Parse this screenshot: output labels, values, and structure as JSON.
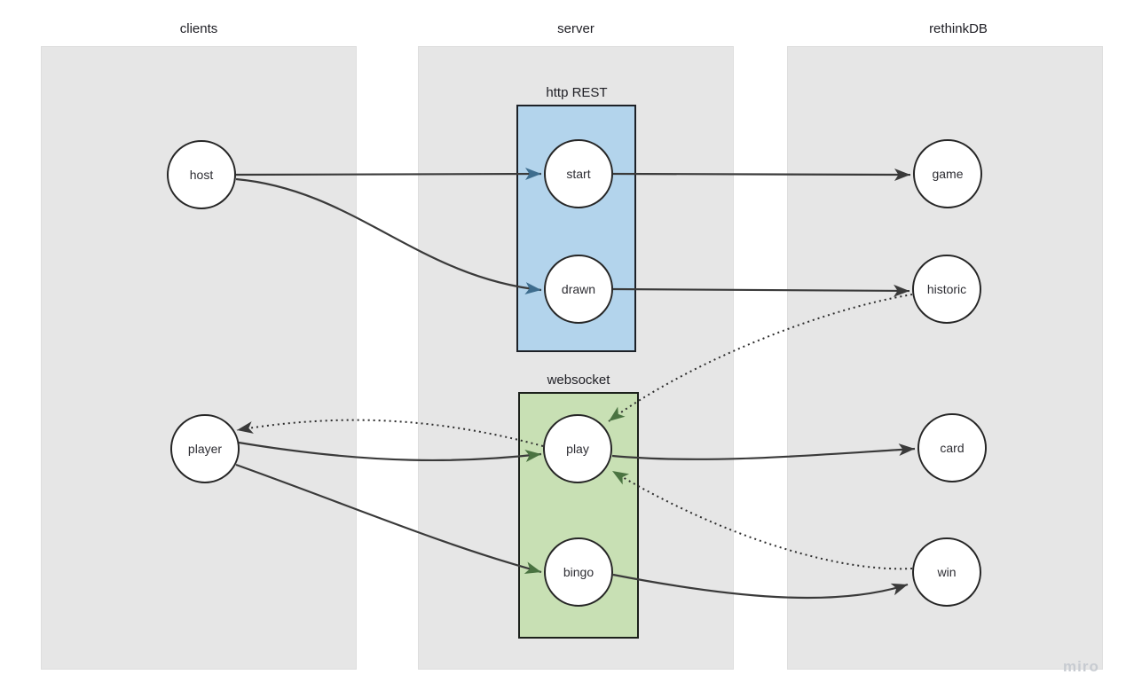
{
  "diagram": {
    "columns": [
      {
        "id": "clients",
        "label": "clients"
      },
      {
        "id": "server",
        "label": "server"
      },
      {
        "id": "rethinkdb",
        "label": "rethinkDB"
      }
    ],
    "groups": [
      {
        "id": "http-rest",
        "label": "http REST",
        "fill": "#b3d4ec"
      },
      {
        "id": "websocket",
        "label": "websocket",
        "fill": "#c8e0b4"
      }
    ],
    "nodes": {
      "host": {
        "label": "host",
        "column": "clients"
      },
      "player": {
        "label": "player",
        "column": "clients"
      },
      "start": {
        "label": "start",
        "column": "server",
        "group": "http REST"
      },
      "drawn": {
        "label": "drawn",
        "column": "server",
        "group": "http REST"
      },
      "play": {
        "label": "play",
        "column": "server",
        "group": "websocket"
      },
      "bingo": {
        "label": "bingo",
        "column": "server",
        "group": "websocket"
      },
      "game": {
        "label": "game",
        "column": "rethinkDB"
      },
      "historic": {
        "label": "historic",
        "column": "rethinkDB"
      },
      "card": {
        "label": "card",
        "column": "rethinkDB"
      },
      "win": {
        "label": "win",
        "column": "rethinkDB"
      }
    },
    "edges": [
      {
        "from": "host",
        "to": "start",
        "style": "solid",
        "arrow_color": "#3e6d8e"
      },
      {
        "from": "host",
        "to": "drawn",
        "style": "solid",
        "arrow_color": "#3e6d8e"
      },
      {
        "from": "start",
        "to": "game",
        "style": "solid",
        "arrow_color": "#3a3a3a"
      },
      {
        "from": "drawn",
        "to": "historic",
        "style": "solid",
        "arrow_color": "#3a3a3a"
      },
      {
        "from": "player",
        "to": "play",
        "style": "solid",
        "arrow_color": "#4a7341"
      },
      {
        "from": "player",
        "to": "bingo",
        "style": "solid",
        "arrow_color": "#4a7341"
      },
      {
        "from": "play",
        "to": "card",
        "style": "solid",
        "arrow_color": "#3a3a3a"
      },
      {
        "from": "bingo",
        "to": "win",
        "style": "solid",
        "arrow_color": "#3a3a3a"
      },
      {
        "from": "historic",
        "to": "play",
        "style": "dotted",
        "arrow_color": "#4a7341"
      },
      {
        "from": "win",
        "to": "play",
        "style": "dotted",
        "arrow_color": "#4a7341"
      },
      {
        "from": "play",
        "to": "player",
        "style": "dotted",
        "arrow_color": "#3a3a3a"
      }
    ],
    "colors": {
      "lane_fill": "#e6e6e6",
      "box_blue": "#b3d4ec",
      "box_green": "#c8e0b4",
      "edge": "#3a3a3a",
      "arrow_blue": "#3e6d8e",
      "arrow_green": "#4a7341",
      "arrow_dark": "#3a3a3a",
      "node_fill": "#ffffff",
      "node_border": "#262626"
    },
    "watermark": "miro"
  }
}
